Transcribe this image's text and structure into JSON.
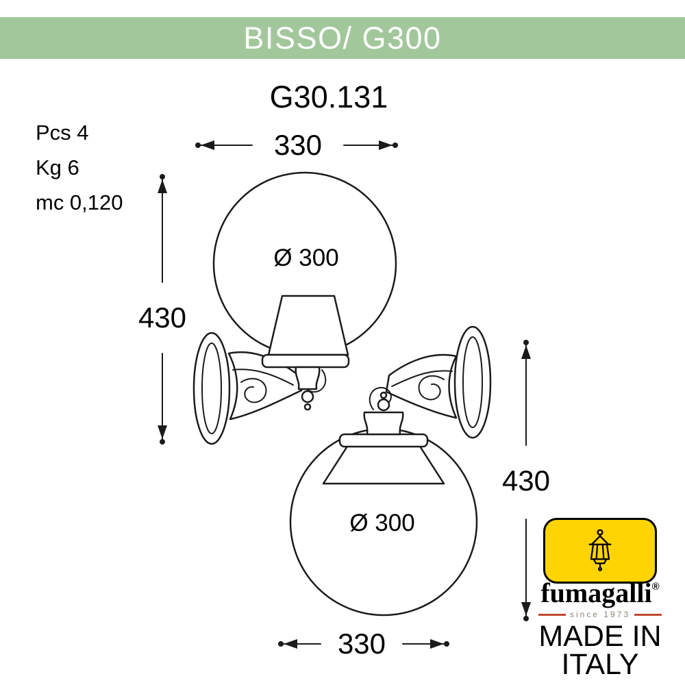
{
  "header": {
    "title": "BISSO/ G300"
  },
  "product_code": "G30.131",
  "specs": {
    "pcs": "Pcs 4",
    "kg": "Kg 6",
    "mc": "mc 0,120"
  },
  "dimensions": {
    "top_width": "330",
    "left_height": "430",
    "right_height": "430",
    "bottom_width": "330",
    "upper_globe_diameter": "Ø 300",
    "lower_globe_diameter": "Ø 300"
  },
  "logo": {
    "brand": "fumagalli",
    "registered": "®",
    "since": "since 1973",
    "made_in_line1": "MADE IN",
    "made_in_line2": "ITALY"
  },
  "colors": {
    "header_bg": "#a2c79b",
    "logo_yellow": "#ffd402",
    "logo_red": "#bf4a2e",
    "drawing_black": "#1b1b1b"
  }
}
